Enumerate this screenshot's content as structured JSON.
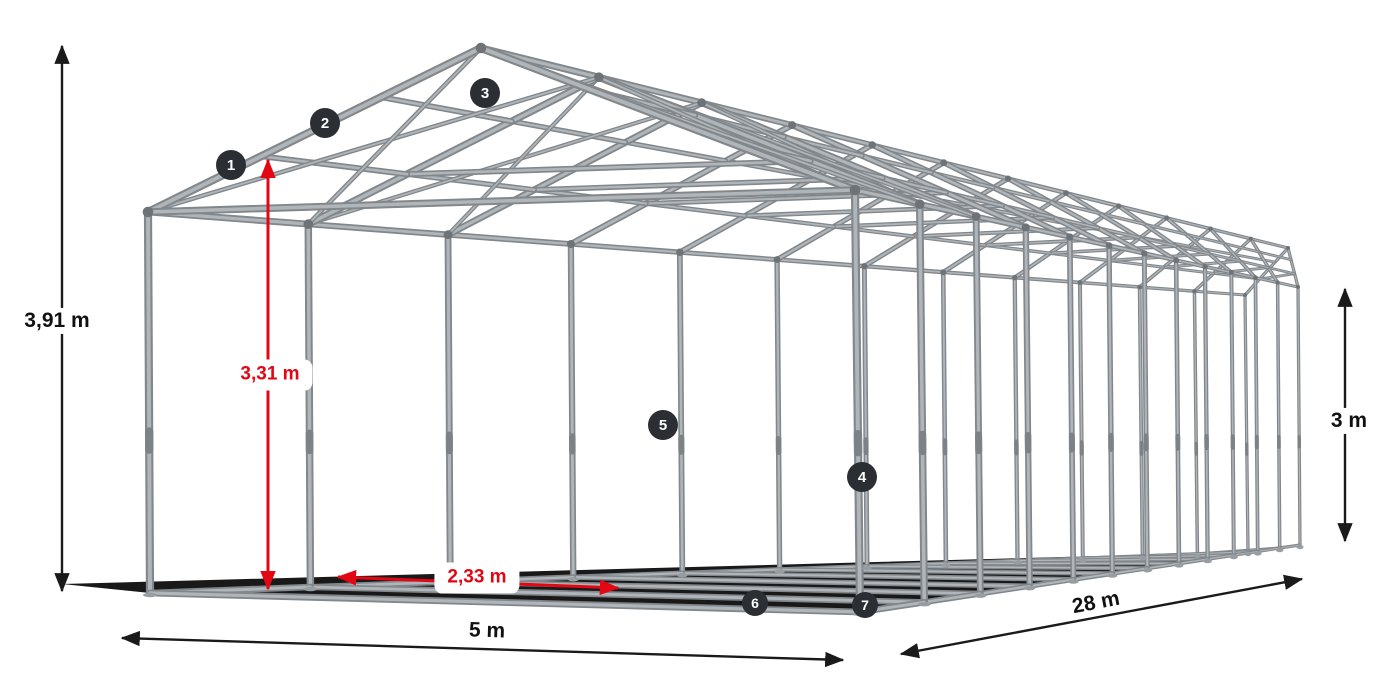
{
  "diagram": {
    "structure": {
      "width_m": 5,
      "length_m": 28,
      "eave_height_m": 3,
      "ridge_height_m": 3.91,
      "inner_height_m": 3.31,
      "bay_spacing_m": 2.33,
      "frame_count": 13
    },
    "dimensions": {
      "total_height": "3,91 m",
      "inner_height": "3,31 m",
      "side_height": "3 m",
      "width": "5 m",
      "length": "28 m",
      "bay_spacing": "2,33 m"
    },
    "callouts": [
      "1",
      "2",
      "3",
      "4",
      "5",
      "6",
      "7"
    ],
    "colors": {
      "tube": "#b0b5b9",
      "tube_dark": "#82878b",
      "joint": "#6e7377",
      "coupling": "#7d8286",
      "base_plate": "#989da1",
      "shadow": "#000000",
      "dimension_line": "#1a1a1a",
      "accent_red": "#e30613",
      "badge_bg": "#2b2e33",
      "badge_text": "#ffffff",
      "label_bg": "#ffffff"
    }
  }
}
